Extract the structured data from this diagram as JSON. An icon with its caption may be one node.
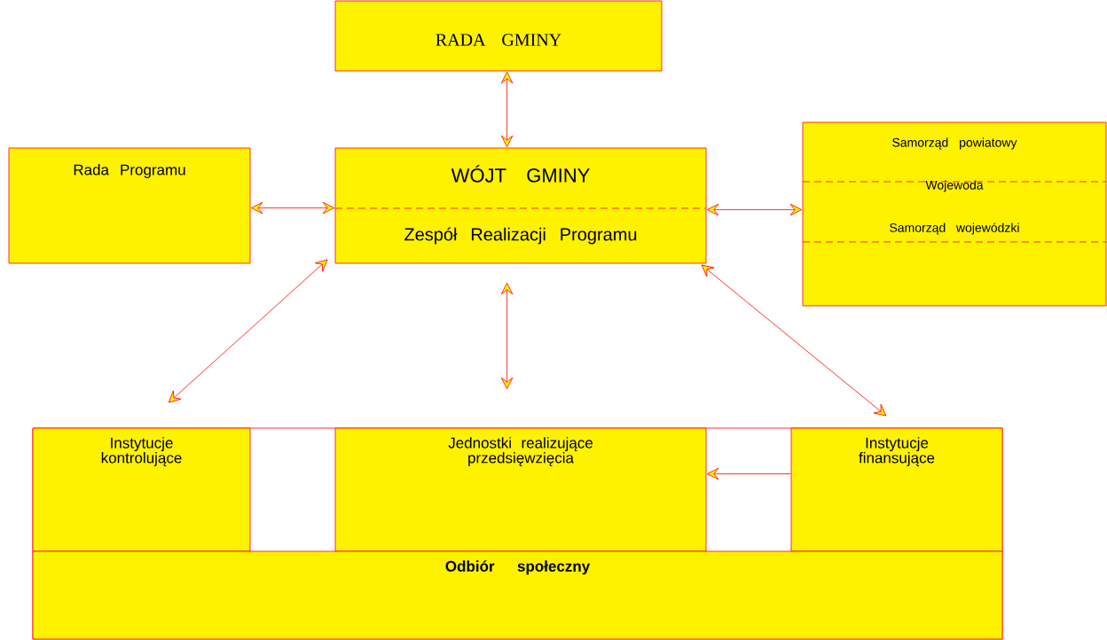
{
  "diagram": {
    "nodes": [
      {
        "text": [
          "RADA GMINY"
        ]
      },
      {
        "text": [
          "Rada Programu"
        ]
      },
      {
        "text": [
          "WÓJT GMINY",
          "Zespół Realizacji Programu"
        ]
      },
      {
        "text": [
          "Samorząd powiatowy",
          "Wojewoda",
          "Samorząd wojewódzki"
        ]
      },
      {
        "text": [
          "Instytucje kontrolujące"
        ]
      },
      {
        "text": [
          "Jednostki realizujące przedsięwzięcia"
        ]
      },
      {
        "text": [
          "Instytucje finansujące"
        ]
      },
      {
        "text": [
          "Odbiór społeczny"
        ]
      }
    ],
    "edges": [
      {
        "from": 0,
        "to": 2,
        "arrow": "both"
      },
      {
        "from": 1,
        "to": 2,
        "arrow": "both"
      },
      {
        "from": 2,
        "to": 3,
        "arrow": "both"
      },
      {
        "from": 2,
        "to": 4,
        "arrow": "both"
      },
      {
        "from": 2,
        "to": 5,
        "arrow": "both"
      },
      {
        "from": 2,
        "to": 6,
        "arrow": "both"
      },
      {
        "from": 6,
        "to": 5,
        "arrow": "to"
      }
    ]
  }
}
